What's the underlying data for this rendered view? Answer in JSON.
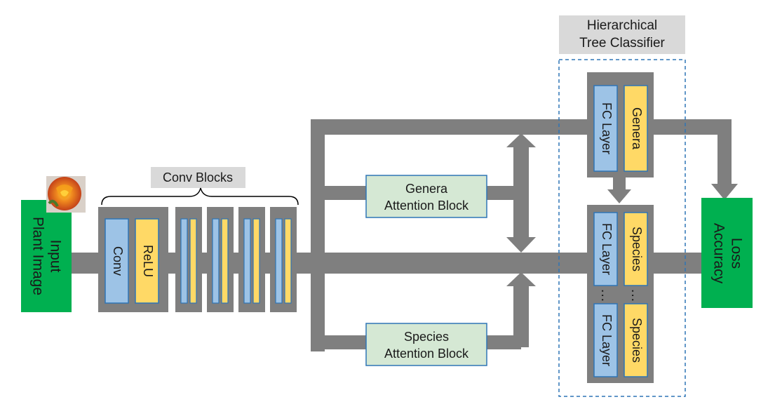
{
  "input": {
    "line1": "Input",
    "line2": "Plant Image"
  },
  "conv_blocks": {
    "title": "Conv Blocks",
    "conv_label": "Conv",
    "relu_label": "ReLU"
  },
  "genera_attention": {
    "line1": "Genera",
    "line2": "Attention Block"
  },
  "species_attention": {
    "line1": "Species",
    "line2": "Attention Block"
  },
  "classifier": {
    "title_line1": "Hierarchical",
    "title_line2": "Tree Classifier",
    "genera_fc": "FC Layer",
    "genera_out": "Genera",
    "species_fc_1": "FC Layer",
    "species_out_1": "Species",
    "species_fc_2": "FC Layer",
    "species_out_2": "Species",
    "ellipsis_left": "…",
    "ellipsis_right": "…"
  },
  "output": {
    "line1": "Loss",
    "line2": "Accuracy"
  },
  "colors": {
    "pipe": "#7f7f7f",
    "green_box": "#00b050",
    "attention_fill": "#d5e8d4",
    "attention_stroke": "#2e75b6",
    "conv_blue": "#9dc3e6",
    "relu_yellow": "#ffd966",
    "label_gray": "#d9d9d9",
    "dashed": "#2e75b6"
  },
  "icons": {
    "input_thumbnail": "rose-flower-icon"
  }
}
